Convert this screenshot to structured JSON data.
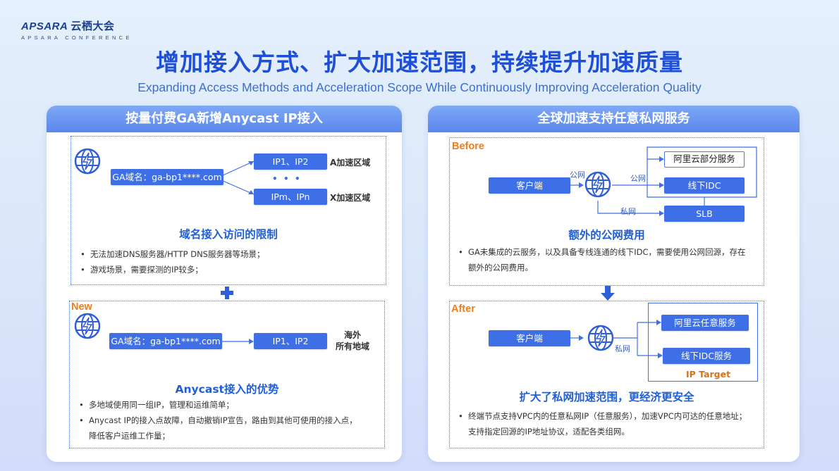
{
  "logo": {
    "brand": "APSARA",
    "brand_cn": "云栖大会",
    "tagline": "APSARA CONFERENCE"
  },
  "title": "增加接入方式、扩大加速范围，持续提升加速质量",
  "subtitle": "Expanding Access Methods and Acceleration Scope While Continuously Improving Acceleration Quality",
  "left_panel": {
    "header": "按量付费GA新增Anycast IP接入",
    "top_box": {
      "domain": "GA域名：ga-bp1****.com",
      "ip_top": "IP1、IP2",
      "ip_top_region": "A加速区域",
      "dots": "•  •  •",
      "ip_bottom": "IPm、IPn",
      "ip_bottom_region": "X加速区域",
      "section_title": "域名接入访问的限制",
      "bullets": [
        "无法加速DNS服务器/HTTP DNS服务器等场景；",
        "游戏场景，需要探测的IP较多；"
      ]
    },
    "bottom_box": {
      "tag": "New",
      "domain": "GA域名：ga-bp1****.com",
      "ip": "IP1、IP2",
      "region_line1": "海外",
      "region_line2": "所有地域",
      "section_title": "Anycast接入的优势",
      "bullets": [
        "多地域使用同一组IP，管理和运维简单；",
        "Anycast IP的接入点故障，自动撤销IP宣告，路由到其他可使用的接入点，降低客户运维工作量；"
      ]
    }
  },
  "right_panel": {
    "header": "全球加速支持任意私网服务",
    "before": {
      "tag": "Before",
      "client": "客户端",
      "public_label_1": "公网",
      "public_label_2": "公网",
      "private_label": "私网",
      "svc1": "阿里云部分服务",
      "svc2": "线下IDC",
      "svc3": "SLB",
      "section_title": "额外的公网费用",
      "bullets": [
        "GA未集成的云服务，以及具备专线连通的线下IDC，需要使用公网回源，存在额外的公网费用。"
      ]
    },
    "after": {
      "tag": "After",
      "client": "客户端",
      "private_label": "私网",
      "svc1": "阿里云任意服务",
      "svc2": "线下IDC服务",
      "ip_target": "IP Target",
      "section_title": "扩大了私网加速范围，更经济更安全",
      "bullets": [
        "终端节点支持VPC内的任意私网IP（任意服务），加速VPC内可达的任意地址；支持指定回源的IP地址协议，适配各类组网。"
      ]
    }
  },
  "colors": {
    "accent": "#1f4fd6",
    "header_blue": "#5b86ee",
    "pill_blue": "#3f6fe6",
    "tag_orange": "#f07d1b"
  }
}
